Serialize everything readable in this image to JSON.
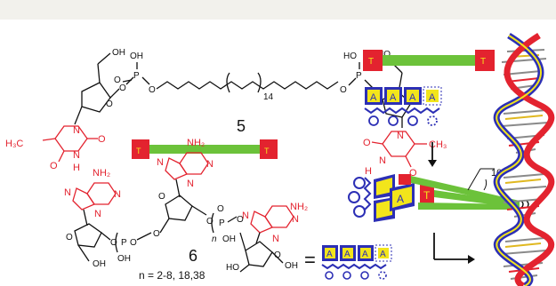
{
  "labels": {
    "OH": "OH",
    "O": "O",
    "P": "P",
    "H": "H",
    "N": "N",
    "NH2": "NH₂",
    "CH3": "CH₃",
    "H3C": "H₃C",
    "HO": "HO",
    "subscript_14": "14",
    "sub_n": "n"
  },
  "compound_5": "5",
  "compound_6": "6",
  "chain_length": "n = 2-8, 18,38",
  "equals": "=",
  "angle": "10°",
  "base_A": "A",
  "base_T": "T",
  "colors": {
    "red": "#e3232f",
    "green": "#6cc23a",
    "yellow": "#f2e51b",
    "blue": "#2c2fb5",
    "black": "#111111"
  }
}
